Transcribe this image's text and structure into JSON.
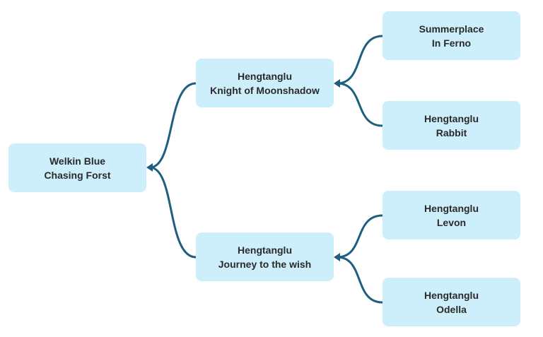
{
  "diagram": {
    "root": {
      "line1": "Welkin Blue",
      "line2": "Chasing Forst"
    },
    "branches": [
      {
        "line1": "Hengtanglu",
        "line2": "Knight of Moonshadow",
        "children": [
          {
            "line1": "Summerplace",
            "line2": "In Ferno"
          },
          {
            "line1": "Hengtanglu",
            "line2": "Rabbit"
          }
        ]
      },
      {
        "line1": "Hengtanglu",
        "line2": "Journey to the wish",
        "children": [
          {
            "line1": "Hengtanglu",
            "line2": "Levon"
          },
          {
            "line1": "Hengtanglu",
            "line2": "Odella"
          }
        ]
      }
    ]
  },
  "colors": {
    "node_fill": "#cdeefb",
    "connector": "#1e5f7f",
    "text": "#2a2a2a"
  }
}
